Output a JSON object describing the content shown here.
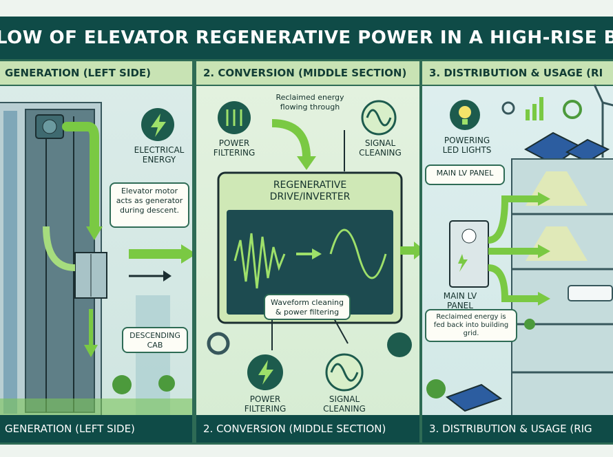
{
  "title": "LOW OF ELEVATOR REGENERATIVE POWER IN A HIGH-RISE BUILDIN",
  "left": {
    "header": "GENERATION (LEFT SIDE)",
    "footer": "GENERATION (LEFT SIDE)",
    "energy_label": "ELECTRICAL ENERGY",
    "motor_note": "Elevator motor acts as generator during descent.",
    "cab_label": "DESCENDING CAB"
  },
  "mid": {
    "header": "2. CONVERSION (MIDDLE SECTION)",
    "footer": "2. CONVERSION (MIDDLE SECTION)",
    "flow_note": "Reclaimed energy flowing through",
    "top_left_label": "POWER FILTERING",
    "top_right_label": "SIGNAL CLEANING",
    "drive_title": "REGENERATIVE DRIVE/INVERTER",
    "waveform_note": "Waveform cleaning & power filtering",
    "bottom_left_label": "POWER FILTERING",
    "bottom_right_label": "SIGNAL CLEANING"
  },
  "right": {
    "header": "3. DISTRIBUTION & USAGE (RI",
    "footer": "3. DISTRIBUTION & USAGE (RIG",
    "led_label": "POWERING LED LIGHTS",
    "panel_top_label": "MAIN LV PANEL",
    "panel_label": "MAIN LV PANEL",
    "grid_note": "Reclaimed energy is fed back into building grid."
  },
  "colors": {
    "title_bg": "#0f4b47",
    "accent_green": "#7ac943",
    "dark_green": "#2e6b55",
    "drive_screen": "#1d4b50"
  }
}
